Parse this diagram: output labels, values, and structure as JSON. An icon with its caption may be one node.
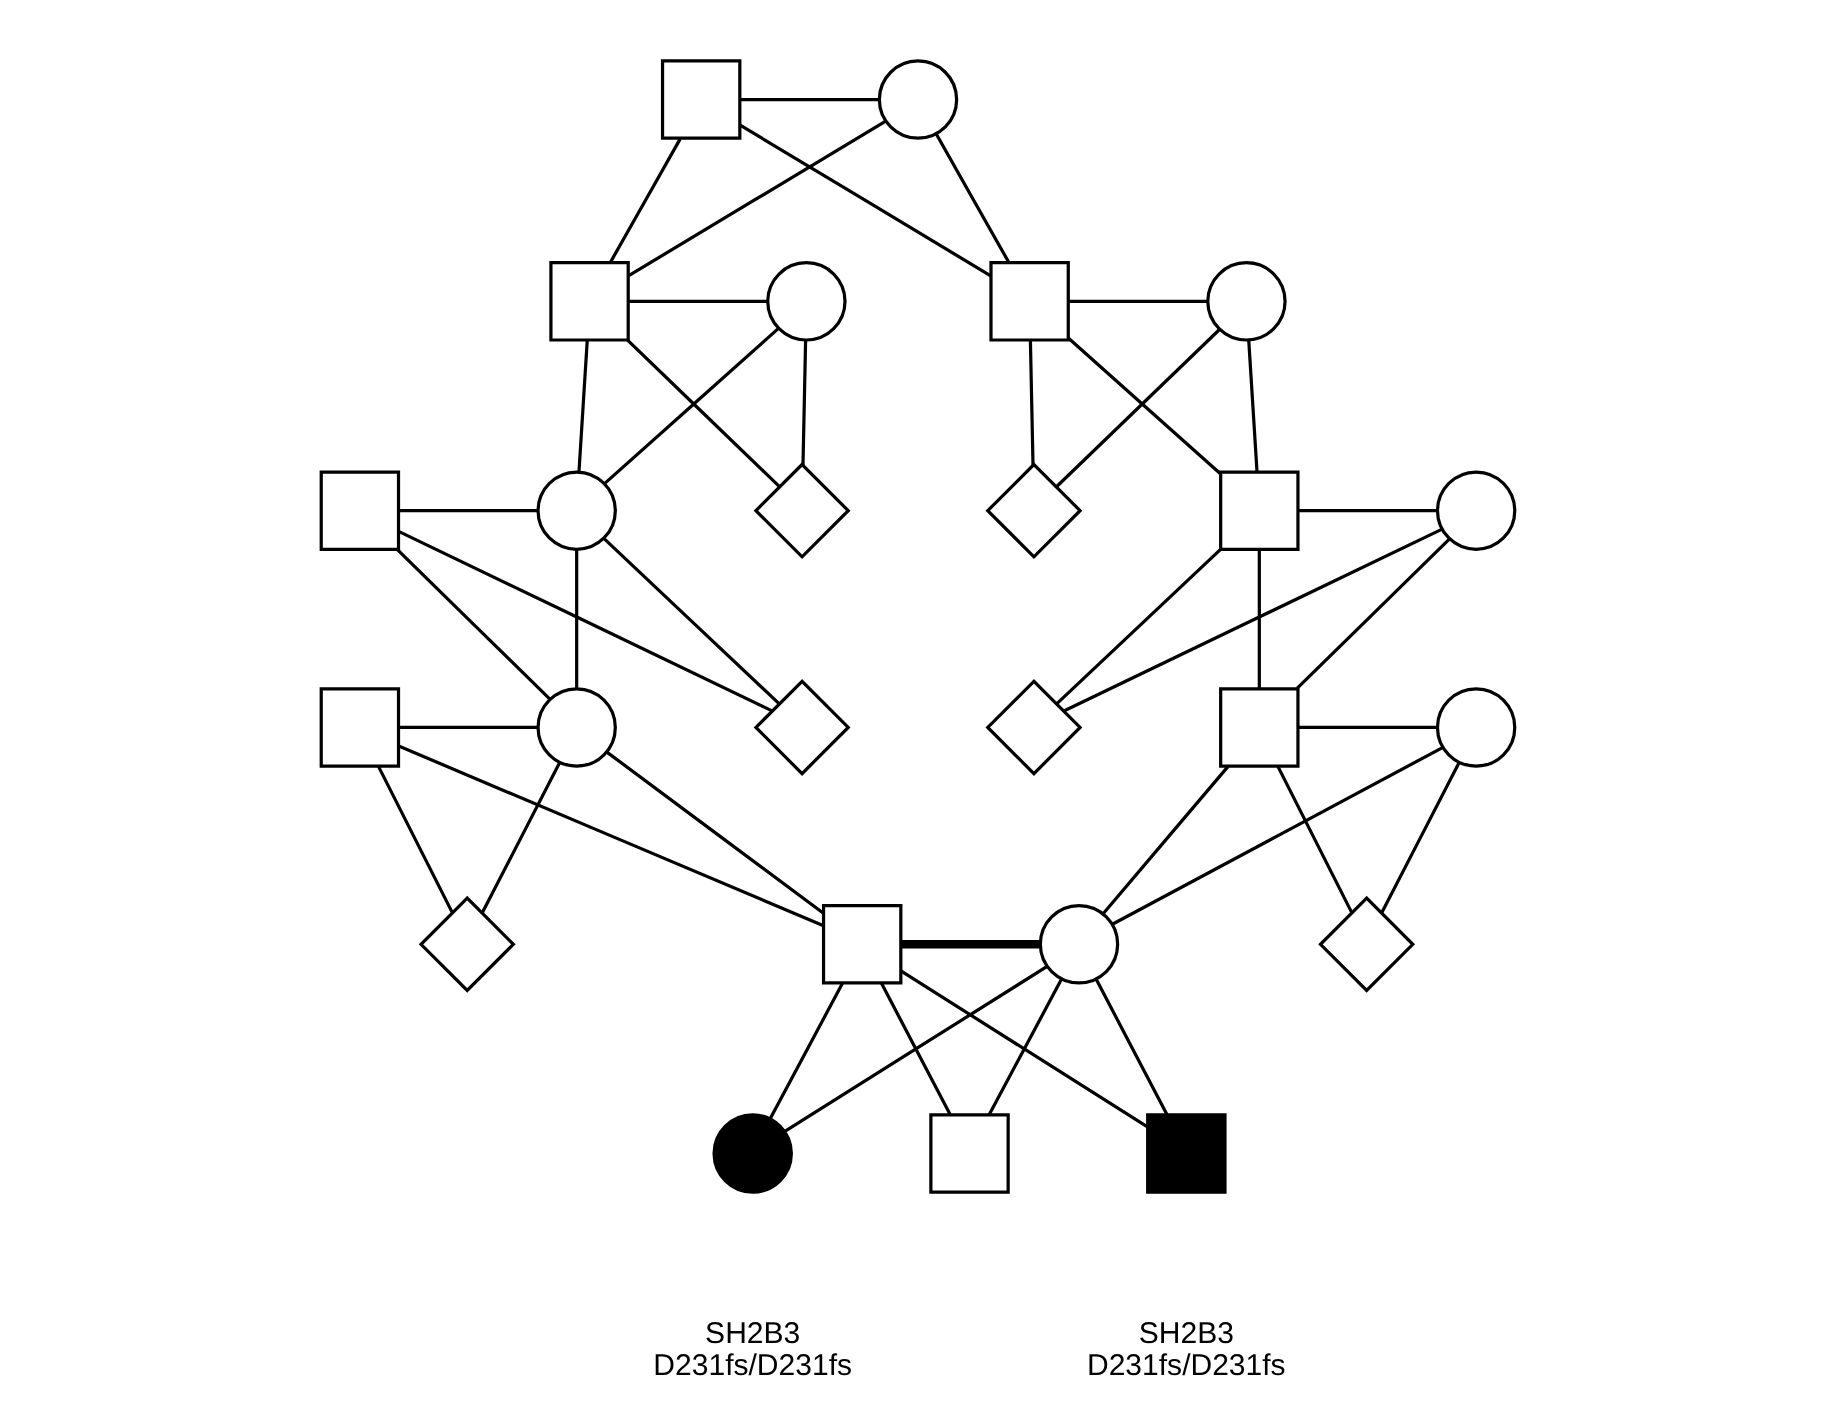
{
  "diagram": {
    "nodes": [
      {
        "text": [],
        "shape": "box"
      },
      {
        "text": [],
        "shape": "circle"
      },
      {
        "text": [],
        "shape": "box"
      },
      {
        "text": [],
        "shape": "circle"
      },
      {
        "text": [],
        "shape": "box"
      },
      {
        "text": [],
        "shape": "circle"
      },
      {
        "text": [],
        "shape": "box"
      },
      {
        "text": [],
        "shape": "circle"
      },
      {
        "text": [],
        "shape": "diamond"
      },
      {
        "text": [],
        "shape": "diamond"
      },
      {
        "text": [],
        "shape": "box"
      },
      {
        "text": [],
        "shape": "circle"
      },
      {
        "text": [],
        "shape": "box"
      },
      {
        "text": [],
        "shape": "circle"
      },
      {
        "text": [],
        "shape": "diamond"
      },
      {
        "text": [],
        "shape": "diamond"
      },
      {
        "text": [],
        "shape": "box"
      },
      {
        "text": [],
        "shape": "circle"
      },
      {
        "text": [],
        "shape": "diamond"
      },
      {
        "text": [],
        "shape": "box"
      },
      {
        "text": [],
        "shape": "circle"
      },
      {
        "text": [],
        "shape": "diamond"
      },
      {
        "text": [],
        "shape": "box"
      },
      {
        "text": [],
        "shape": "circle",
        "beside": [
          "SH2B3",
          "D231fs/D231fs"
        ]
      },
      {
        "text": [],
        "shape": "box",
        "beside": [
          "SH2B3",
          "D231fs/D231fs"
        ]
      }
    ],
    "edges": [
      {
        "from": 0,
        "to": 1,
        "arrow": "none"
      },
      {
        "from": 0,
        "to": 2,
        "arrow": "none"
      },
      {
        "from": 1,
        "to": 2,
        "arrow": "none"
      },
      {
        "from": 0,
        "to": 4,
        "arrow": "none"
      },
      {
        "from": 1,
        "to": 4,
        "arrow": "none"
      },
      {
        "from": 2,
        "to": 3,
        "arrow": "none"
      },
      {
        "from": 4,
        "to": 5,
        "arrow": "none"
      },
      {
        "from": 2,
        "to": 7,
        "arrow": "none"
      },
      {
        "from": 3,
        "to": 7,
        "arrow": "none"
      },
      {
        "from": 2,
        "to": 8,
        "arrow": "none"
      },
      {
        "from": 3,
        "to": 8,
        "arrow": "none"
      },
      {
        "from": 4,
        "to": 9,
        "arrow": "none"
      },
      {
        "from": 5,
        "to": 9,
        "arrow": "none"
      },
      {
        "from": 4,
        "to": 10,
        "arrow": "none"
      },
      {
        "from": 5,
        "to": 10,
        "arrow": "none"
      },
      {
        "from": 6,
        "to": 7,
        "arrow": "none"
      },
      {
        "from": 10,
        "to": 11,
        "arrow": "none"
      },
      {
        "from": 6,
        "to": 13,
        "arrow": "none"
      },
      {
        "from": 7,
        "to": 13,
        "arrow": "none"
      },
      {
        "from": 6,
        "to": 14,
        "arrow": "none"
      },
      {
        "from": 7,
        "to": 14,
        "arrow": "none"
      },
      {
        "from": 10,
        "to": 15,
        "arrow": "none"
      },
      {
        "from": 11,
        "to": 15,
        "arrow": "none"
      },
      {
        "from": 10,
        "to": 16,
        "arrow": "none"
      },
      {
        "from": 11,
        "to": 16,
        "arrow": "none"
      },
      {
        "from": 12,
        "to": 13,
        "arrow": "none"
      },
      {
        "from": 16,
        "to": 17,
        "arrow": "none"
      },
      {
        "from": 12,
        "to": 18,
        "arrow": "none"
      },
      {
        "from": 13,
        "to": 18,
        "arrow": "none"
      },
      {
        "from": 12,
        "to": 19,
        "arrow": "none"
      },
      {
        "from": 13,
        "to": 19,
        "arrow": "none"
      },
      {
        "from": 16,
        "to": 20,
        "arrow": "none"
      },
      {
        "from": 17,
        "to": 20,
        "arrow": "none"
      },
      {
        "from": 16,
        "to": 21,
        "arrow": "none"
      },
      {
        "from": 17,
        "to": 21,
        "arrow": "none"
      },
      {
        "from": 19,
        "to": 20,
        "arrow": "none",
        "style": "thick"
      },
      {
        "from": 19,
        "to": 22,
        "arrow": "none"
      },
      {
        "from": 20,
        "to": 22,
        "arrow": "none"
      },
      {
        "from": 19,
        "to": 23,
        "arrow": "none"
      },
      {
        "from": 20,
        "to": 23,
        "arrow": "none"
      },
      {
        "from": 19,
        "to": 24,
        "arrow": "none"
      },
      {
        "from": 20,
        "to": 24,
        "arrow": "none"
      }
    ]
  }
}
